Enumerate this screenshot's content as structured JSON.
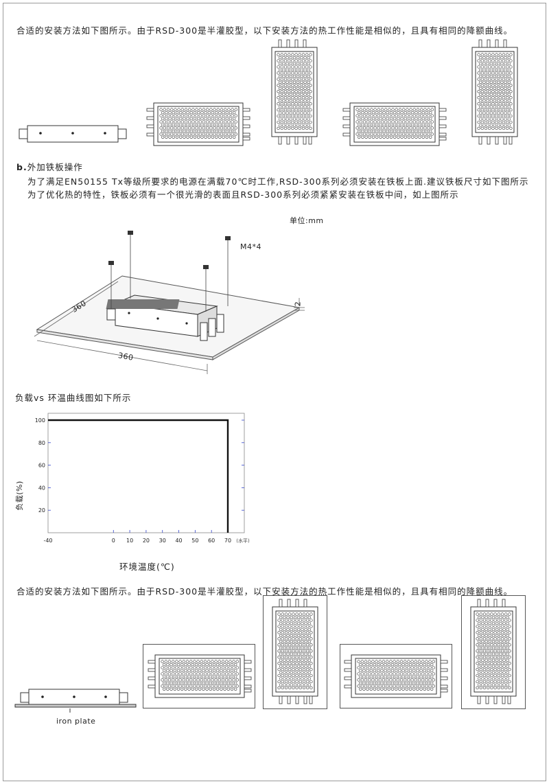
{
  "section_a": {
    "intro": "合适的安装方法如下图所示。由于RSD-300是半灌胶型，以下安装方法的热工作性能是相似的，且具有相同的降额曲线。"
  },
  "section_b": {
    "prefix": "b.",
    "title": "外加铁板操作",
    "line1": "为了满足EN50155 Tx等级所要求的电源在满载70℃时工作,RSD-300系列必须安装在铁板上面.建议铁板尺寸如下图所示",
    "line2": "为了优化热的特性，铁板必须有一个很光滑的表面且RSD-300系列必须紧紧安装在铁板中间，如上图所示"
  },
  "iso_drawing": {
    "unit": "单位:mm",
    "screw": "M4*4",
    "dim_depth": "360",
    "dim_width": "360",
    "dim_thickness": "2"
  },
  "chart_title": "负载vs 环温曲线图如下所示",
  "chart_data": {
    "type": "line",
    "xlabel": "环境温度(℃)",
    "ylabel": "负载(%)",
    "x_unit": "(水平)",
    "xlim": [
      -40,
      70
    ],
    "ylim": [
      0,
      100
    ],
    "x_ticks": [
      "-40",
      "0",
      "10",
      "20",
      "30",
      "40",
      "50",
      "60",
      "70"
    ],
    "y_ticks": [
      "100",
      "80",
      "60",
      "40",
      "20"
    ],
    "series": [
      {
        "x": [
          -40,
          70,
          70
        ],
        "y": [
          100,
          100,
          0
        ]
      }
    ]
  },
  "section_c": {
    "intro": "合适的安装方法如下图所示。由于RSD-300是半灌胶型，以下安装方法的热工作性能是相似的，且具有相同的降额曲线。",
    "iron_plate": "iron plate"
  },
  "colors": {
    "tick_blue": "#3344cc",
    "line": "#111111"
  }
}
